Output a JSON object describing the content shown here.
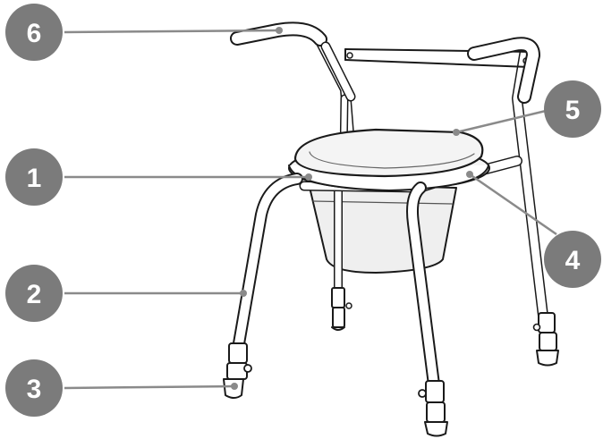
{
  "diagram": {
    "subject": "commode chair",
    "colors": {
      "badge": "#7b7b7b",
      "badge_text": "#ffffff",
      "leader": "#8a8a8a",
      "outline": "#1a1a1a",
      "frame_fill": "#ffffff",
      "bucket_fill": "#efefef",
      "seat_fill": "#f4f4f4"
    },
    "callouts": [
      {
        "id": "seat-rim",
        "number": "1"
      },
      {
        "id": "front-leg",
        "number": "2"
      },
      {
        "id": "foot-tip",
        "number": "3"
      },
      {
        "id": "seat-support",
        "number": "4"
      },
      {
        "id": "lid",
        "number": "5"
      },
      {
        "id": "armrest",
        "number": "6"
      }
    ]
  }
}
